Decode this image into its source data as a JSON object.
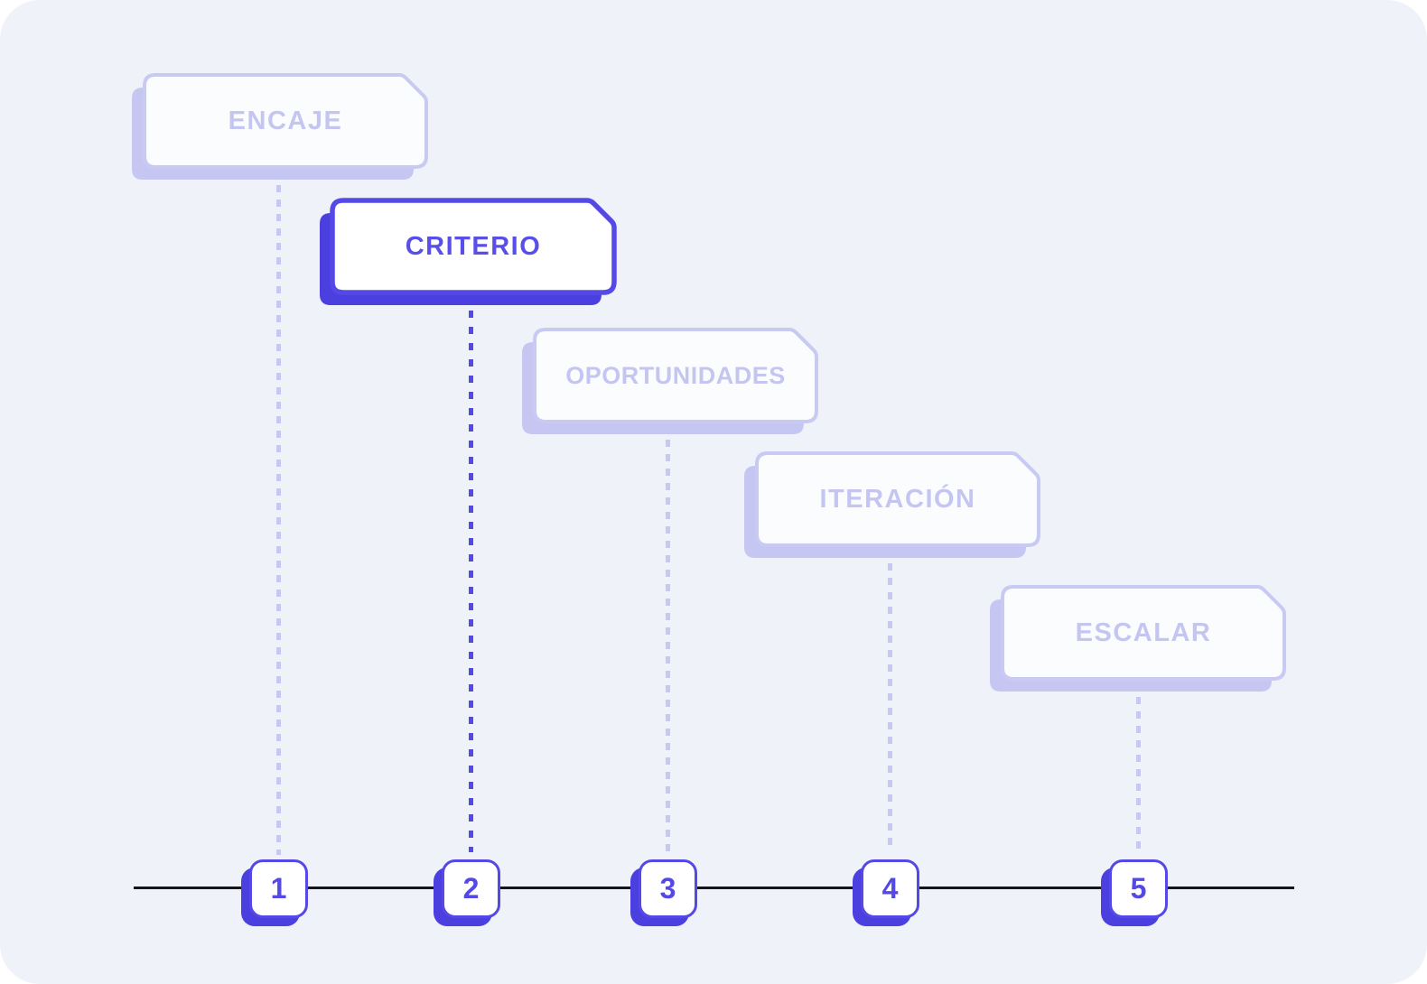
{
  "diagram": {
    "steps": [
      {
        "number": "1",
        "label": "ENCAJE",
        "state": "inactive"
      },
      {
        "number": "2",
        "label": "CRITERIO",
        "state": "active"
      },
      {
        "number": "3",
        "label": "OPORTUNIDADES",
        "state": "inactive"
      },
      {
        "number": "4",
        "label": "ITERACIÓN",
        "state": "inactive"
      },
      {
        "number": "5",
        "label": "ESCALAR",
        "state": "inactive"
      }
    ],
    "colors": {
      "background": "#EFF2F8",
      "active_accent": "#5449E7",
      "active_shadow": "#4B3FE0",
      "active_text": "#584FE8",
      "inactive_accent": "#C8CAF4",
      "inactive_text": "#C4C6F1",
      "card_fill": "#FBFCFE",
      "axis_line": "#15151A"
    }
  }
}
